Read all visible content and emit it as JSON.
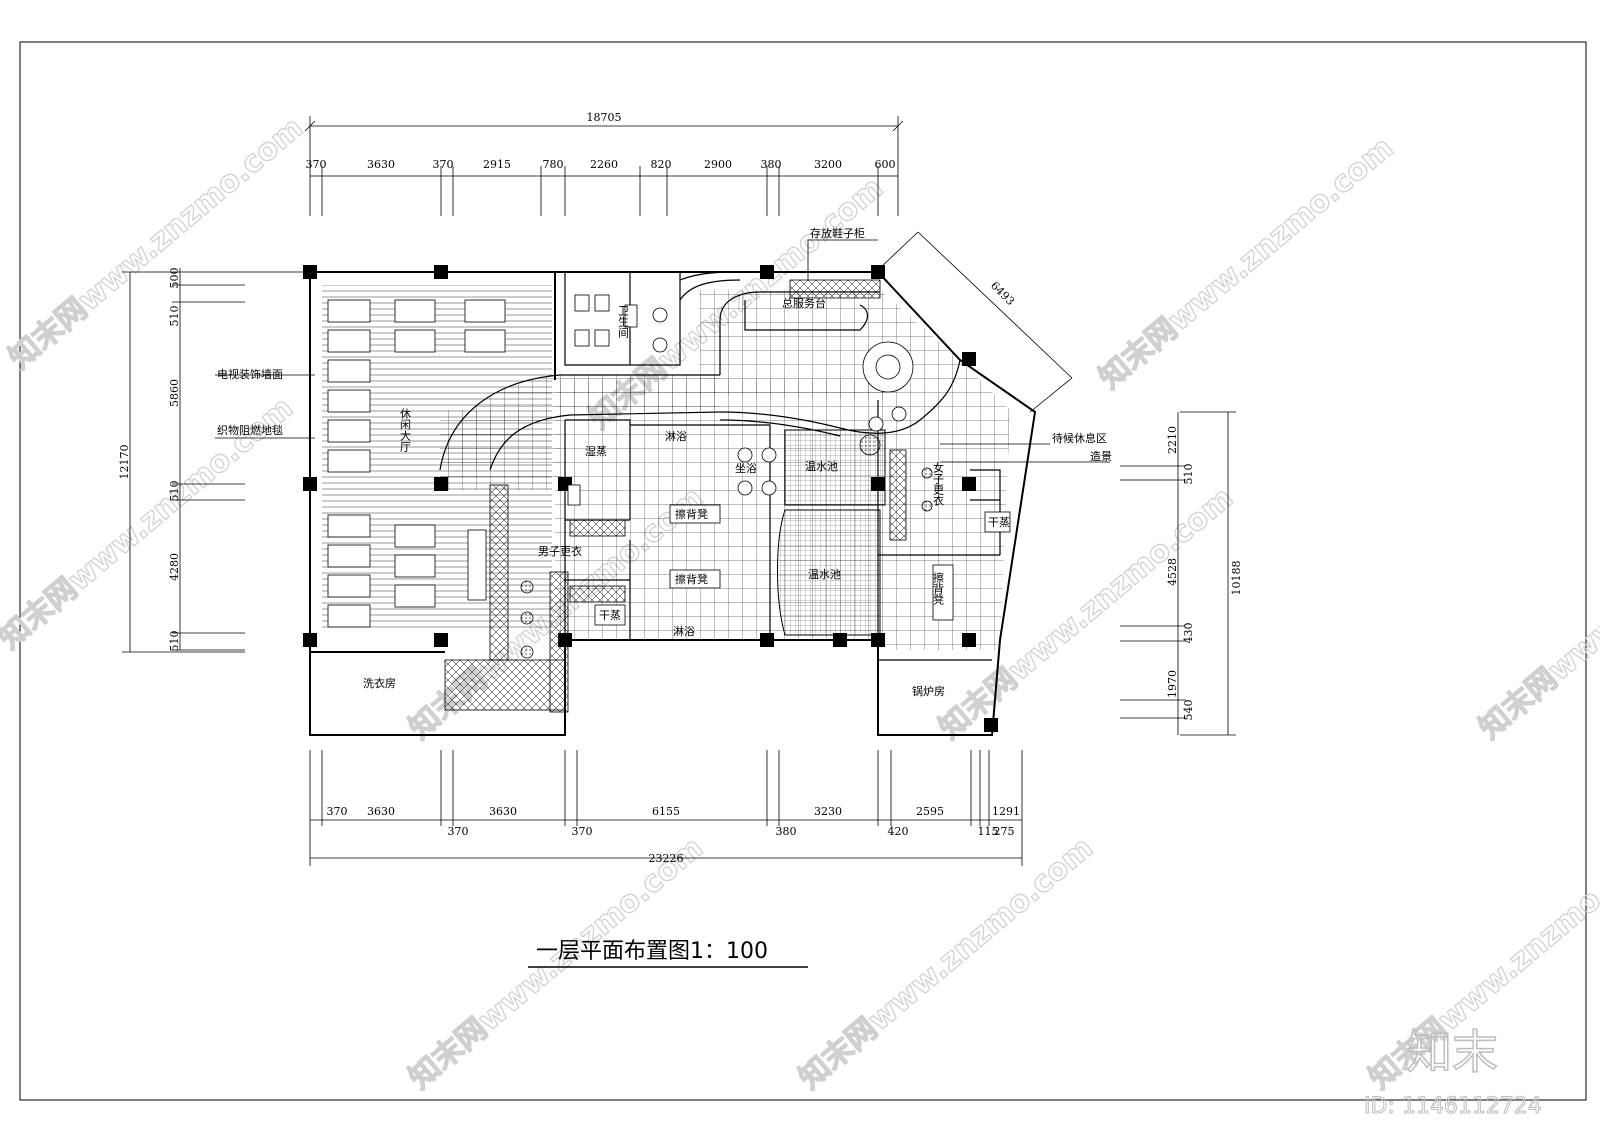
{
  "title": "一层平面布置图1：100",
  "top_dims": {
    "total": "18705",
    "segments": [
      "370",
      "3630",
      "370",
      "2915",
      "780",
      "2260",
      "820",
      "2900",
      "380",
      "3200",
      "600"
    ]
  },
  "bottom_dims": {
    "total": "23226",
    "upper": [
      "370",
      "3630",
      "3630",
      "6155",
      "3230",
      "2595",
      "1291"
    ],
    "lower": [
      "370",
      "370",
      "380",
      "420",
      "115",
      "275"
    ]
  },
  "left_dims": {
    "total": "12170",
    "segments": [
      "500",
      "510",
      "5860",
      "510",
      "4280",
      "510"
    ]
  },
  "right_dims": {
    "total": "10188",
    "segments": [
      "2210",
      "510",
      "4528",
      "430",
      "1970",
      "540"
    ],
    "diagonal": "6493"
  },
  "labels": {
    "shoe_cabinet": "存放鞋子柜",
    "front_desk": "总服务台",
    "toilet": "卫生间",
    "tv_wall": "电视装饰墙面",
    "carpet": "织物阻燃地毯",
    "lounge": "休闲大厅",
    "wet_steam": "湿蒸",
    "shower_top": "淋浴",
    "sit_bath": "坐浴",
    "warm_pool_1": "温水池",
    "warm_pool_2": "温水池",
    "back_scrub_1": "擦背凳",
    "back_scrub_2": "擦背凳",
    "back_scrub_3": "擦背凳",
    "men_locker": "男子更衣",
    "dry_steam_1": "干蒸",
    "dry_steam_2": "干蒸",
    "shower_bottom": "淋浴",
    "women_locker": "女子更衣",
    "waiting": "待候休息区",
    "landscape": "造景",
    "laundry": "洗衣房",
    "boiler": "锅炉房"
  },
  "watermark": {
    "text": "知末网www.znzmo.com",
    "brand": "知末",
    "id": "ID: 1146112724"
  },
  "colors": {
    "line": "#000000",
    "watermark": "#cfcfcf"
  }
}
